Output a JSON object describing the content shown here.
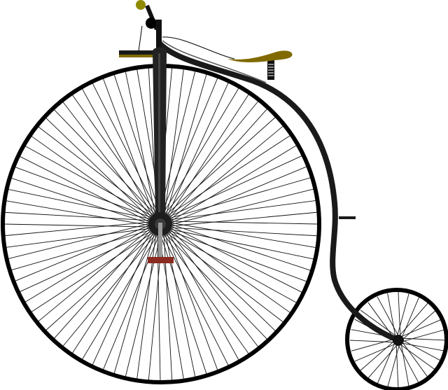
{
  "illustration": {
    "subject": "penny-farthing",
    "colors": {
      "frame": "#1a1a1a",
      "rim": "#000000",
      "spoke": "#111111",
      "seat": "#806a00",
      "handle_grip": "#8f8a00",
      "pedal": "#8b2a20",
      "background": "#ffffff"
    },
    "large_wheel_spokes": 84,
    "small_wheel_spokes": 28
  }
}
